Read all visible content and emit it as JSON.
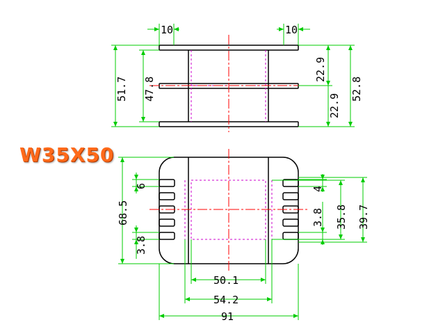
{
  "title": "W35X50",
  "colors": {
    "outline": "#000000",
    "dimension": "#00cc00",
    "centerline": "#ff0000",
    "hidden": "#cc00cc",
    "title": "#ff6a1a"
  },
  "dims_top": {
    "pin_left": "10",
    "pin_right": "10",
    "height_outer": "51.7",
    "height_inner": "47.8",
    "upper_right": "22.9",
    "lower_right": "22.9",
    "total_right": "52.8"
  },
  "dims_bottom": {
    "height": "68.5",
    "slot_top": "6",
    "slot_bottom": "3.8",
    "right_slot": "4",
    "right_pitch": "3.8",
    "right_inner": "35.8",
    "right_outer": "39.7",
    "width_inner": "50.1",
    "width_mid": "54.2",
    "width_total": "91"
  }
}
